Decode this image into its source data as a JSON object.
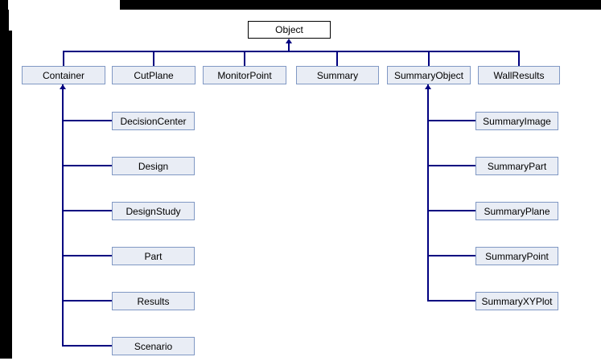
{
  "diagram": {
    "root": {
      "label": "Object"
    },
    "level1": [
      {
        "label": "Container"
      },
      {
        "label": "CutPlane"
      },
      {
        "label": "MonitorPoint"
      },
      {
        "label": "Summary"
      },
      {
        "label": "SummaryObject"
      },
      {
        "label": "WallResults"
      }
    ],
    "container_children": [
      {
        "label": "DecisionCenter"
      },
      {
        "label": "Design"
      },
      {
        "label": "DesignStudy"
      },
      {
        "label": "Part"
      },
      {
        "label": "Results"
      },
      {
        "label": "Scenario"
      }
    ],
    "summaryobject_children": [
      {
        "label": "SummaryImage"
      },
      {
        "label": "SummaryPart"
      },
      {
        "label": "SummaryPlane"
      },
      {
        "label": "SummaryPoint"
      },
      {
        "label": "SummaryXYPlot"
      }
    ]
  },
  "colors": {
    "line": "#000080",
    "node_fill": "#e9edf5",
    "node_border": "#8098c4",
    "root_fill": "#ffffff",
    "root_border": "#000000",
    "canvas": "#ffffff",
    "frame": "#000000"
  }
}
